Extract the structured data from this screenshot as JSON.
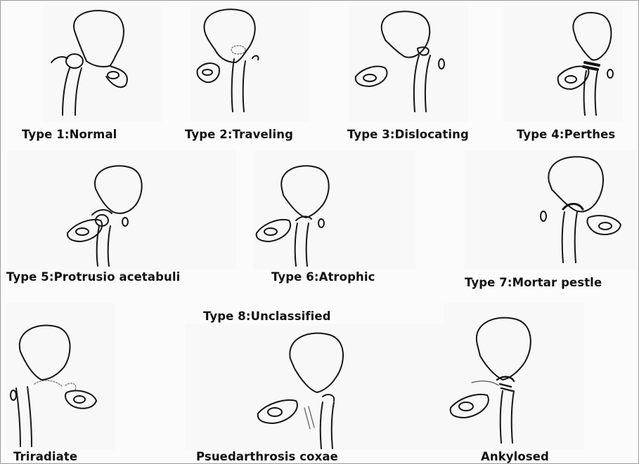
{
  "labels": {
    "type1": "Type 1:Normal",
    "type2": "Type 2:Traveling",
    "type3": "Type 3:Dislocating",
    "type4": "Type 4:Perthes",
    "type5": "Type 5:Protrusio acetabuli",
    "type6": "Type 6:Atrophic",
    "type7": "Type 7:Mortar pestle",
    "type8": "Type 8:Unclassified",
    "triradiate": "Triradiate",
    "psuedarthrosis": "Psuedarthrosis coxae",
    "ankylosed": "Ankylosed"
  }
}
